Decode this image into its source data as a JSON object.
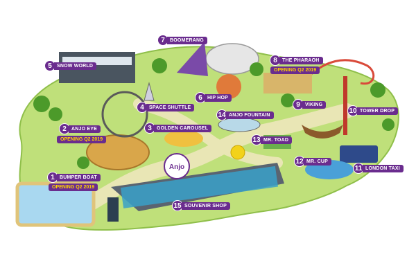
{
  "attractions": [
    {
      "number": "1",
      "name": "BUMPER BOAT",
      "note": "OPENING Q2 2019"
    },
    {
      "number": "2",
      "name": "ANJO EYE",
      "note": "OPENING Q2 2019"
    },
    {
      "number": "3",
      "name": "GOLDEN CAROUSEL"
    },
    {
      "number": "4",
      "name": "SPACE SHUTTLE"
    },
    {
      "number": "5",
      "name": "SNOW WORLD"
    },
    {
      "number": "6",
      "name": "HIP HOP"
    },
    {
      "number": "7",
      "name": "BOOMERANG"
    },
    {
      "number": "8",
      "name": "THE PHARAOH",
      "note": "OPENING Q2 2019"
    },
    {
      "number": "9",
      "name": "VIKING"
    },
    {
      "number": "10",
      "name": "TOWER DROP"
    },
    {
      "number": "11",
      "name": "LONDON TAXI"
    },
    {
      "number": "12",
      "name": "MR. CUP"
    },
    {
      "number": "13",
      "name": "MR. TOAD"
    },
    {
      "number": "14",
      "name": "ANJO FOUNTAIN"
    },
    {
      "number": "15",
      "name": "SOUVENIR SHOP"
    }
  ],
  "logo": {
    "text": "Anjo"
  },
  "colors": {
    "label_bg": "#6a2c8e",
    "note_text": "#ffd200",
    "grass": "#bfe07a",
    "path": "#e9e6b5"
  }
}
